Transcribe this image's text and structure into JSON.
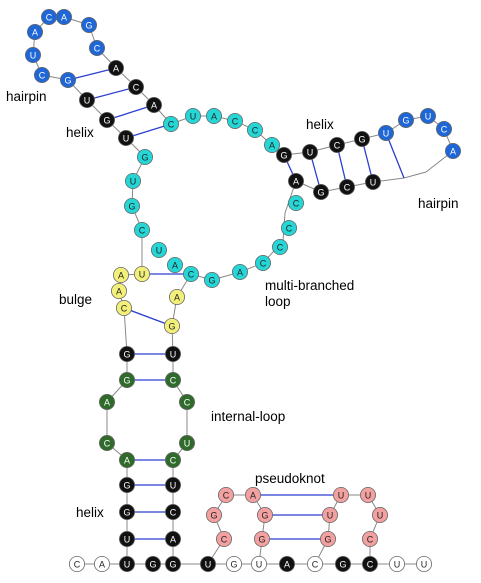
{
  "labels": {
    "hairpin_left": "hairpin",
    "helix_top": "helix",
    "helix_right": "helix",
    "hairpin_right": "hairpin",
    "multi_branched_1": "multi-branched",
    "multi_branched_2": "loop",
    "bulge": "bulge",
    "internal_loop": "internal-loop",
    "pseudoknot": "pseudoknot",
    "helix_bottom": "helix"
  },
  "colors": {
    "blue": "#1f66d6",
    "black": "#111111",
    "cyan": "#26d6d6",
    "yellow": "#f2f07a",
    "green": "#2f6b2a",
    "pink": "#f2a0a0",
    "white": "#ffffff",
    "outline": "#666666",
    "pair_line": "#2b3fd0",
    "backbone": "#888888"
  },
  "nucleotides": {
    "hairpin1_loop": [
      "C",
      "A",
      "G",
      "A",
      "C",
      "U",
      "C",
      "G"
    ],
    "helix1_left": [
      "U",
      "G",
      "U"
    ],
    "helix1_right": [
      "A",
      "C",
      "A"
    ],
    "multiloop": [
      "C",
      "U",
      "A",
      "C",
      "C",
      "A",
      "G",
      "U",
      "G",
      "C",
      "U",
      "A",
      "C",
      "G",
      "A",
      "C"
    ],
    "helix2_top": [
      "G",
      "U",
      "C",
      "G"
    ],
    "helix2_bottom": [
      "A",
      "G",
      "C",
      "U"
    ],
    "hairpin2_loop": [
      "U",
      "G",
      "U",
      "C",
      "A"
    ],
    "bulge": [
      "U",
      "A",
      "A",
      "C",
      "G",
      "A"
    ],
    "stem_left": [
      "G",
      "G",
      "A",
      "C",
      "A",
      "G",
      "G",
      "U"
    ],
    "stem_right": [
      "U",
      "C",
      "C",
      "U",
      "C",
      "U",
      "C",
      "A"
    ],
    "pseudoknot": [
      "C",
      "A",
      "U",
      "U",
      "G",
      "G",
      "U",
      "U",
      "C",
      "G",
      "G",
      "C"
    ],
    "baseline": [
      "C",
      "A",
      "U",
      "G",
      "U",
      "A",
      "C",
      "C",
      "G",
      "C",
      "U",
      "U"
    ]
  }
}
